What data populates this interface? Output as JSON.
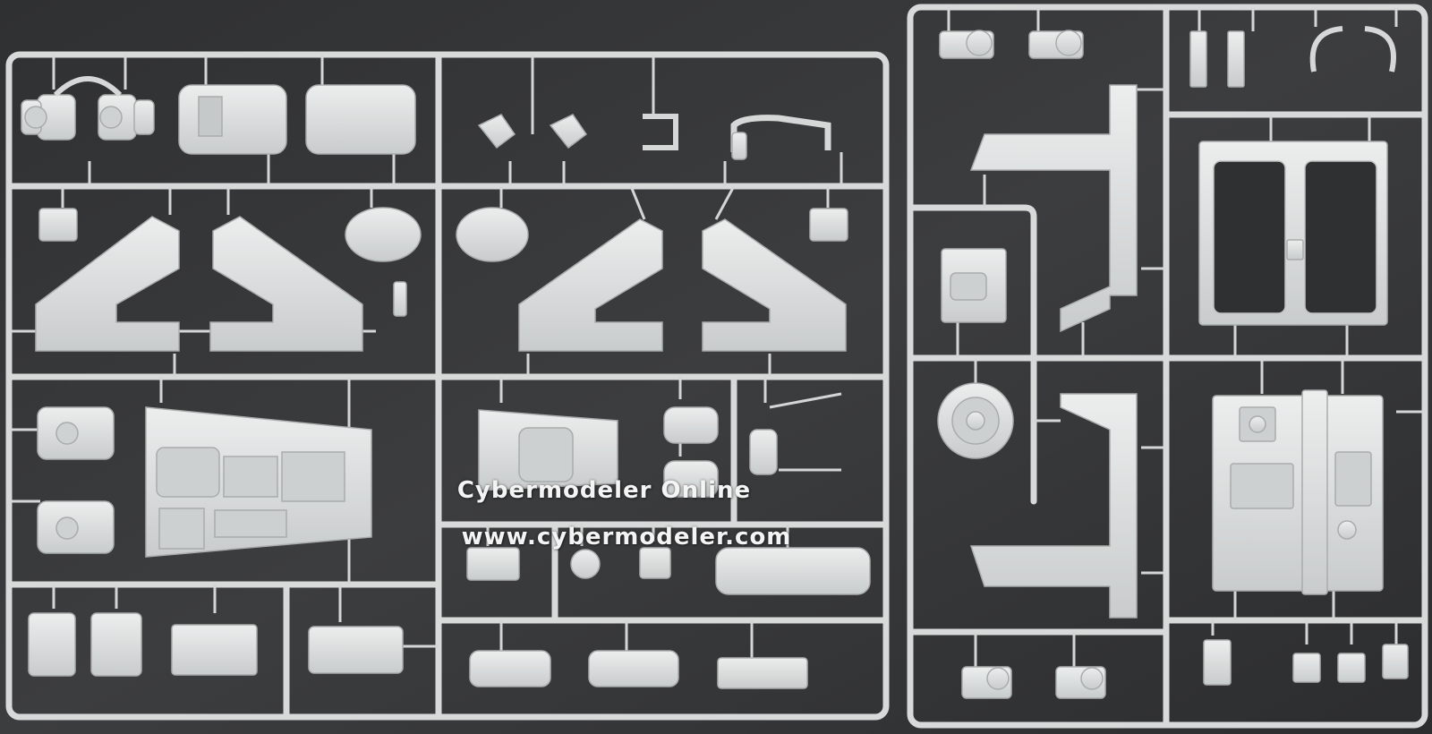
{
  "photo": {
    "subject": "model-kit-sprues",
    "background_color": "#3a3b3d",
    "plastic_color": "#dcdede",
    "plastic_shade": "#b7baba"
  },
  "watermark": {
    "line1": "Cybermodeler Online",
    "line2": "www.cybermodeler.com"
  }
}
